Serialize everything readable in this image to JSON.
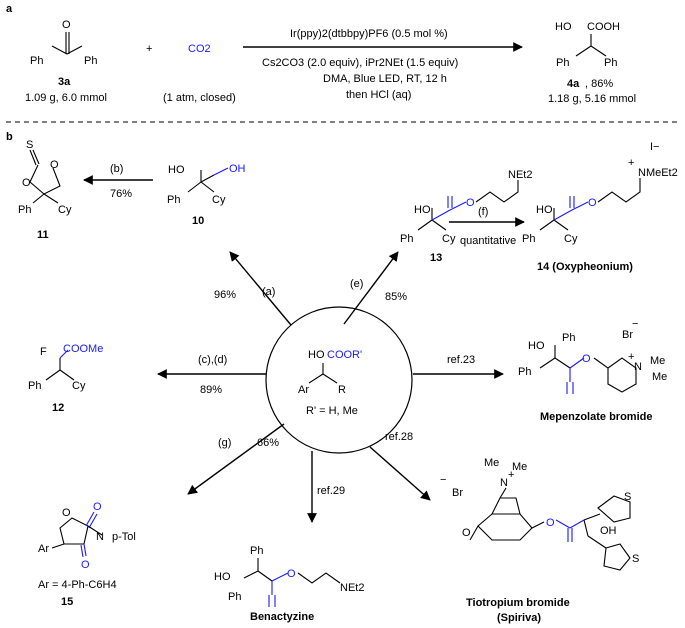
{
  "panel_a": {
    "label": "a",
    "reactant": {
      "num": "3a",
      "left": "Ph",
      "right": "Ph",
      "atom": "O",
      "amount": "1.09 g, 6.0 mmol"
    },
    "plus": "+",
    "co2": {
      "label": "CO2",
      "note": "(1 atm, closed)"
    },
    "conditions": {
      "line1": "Ir(ppy)2(dtbbpy)PF6 (0.5 mol %)",
      "line2": "Cs2CO3 (2.0 equiv), iPr2NEt (1.5 equiv)",
      "line3": "DMA, Blue LED, RT, 12 h",
      "line4": "then HCl (aq)"
    },
    "product": {
      "num": "4a",
      "yield": ", 86%",
      "amount": "1.18 g, 5.16 mmol",
      "ho": "HO",
      "cooh": "COOH",
      "ph1": "Ph",
      "ph2": "Ph"
    }
  },
  "panel_b": {
    "label": "b",
    "center": {
      "ho": "HO",
      "cooR": "COOR'",
      "ar": "Ar",
      "r": "R",
      "sub": "R' = H, Me"
    },
    "routes": [
      {
        "id": "a",
        "reagent": "(a)",
        "yield": "96%"
      },
      {
        "id": "e",
        "reagent": "(e)",
        "yield": "85%"
      },
      {
        "id": "cd",
        "reagent": "(c),(d)",
        "yield": "89%"
      },
      {
        "id": "ref23",
        "reagent": "ref.23",
        "yield": ""
      },
      {
        "id": "g",
        "reagent": "(g)",
        "yield": "66%"
      },
      {
        "id": "ref29",
        "reagent": "ref.29",
        "yield": ""
      },
      {
        "id": "ref28",
        "reagent": "ref.28",
        "yield": ""
      },
      {
        "id": "b",
        "reagent": "(b)",
        "yield": "76%"
      },
      {
        "id": "f",
        "reagent": "(f)",
        "yield": "quantitative"
      }
    ],
    "compounds": {
      "c10": {
        "num": "10",
        "ho": "HO",
        "oh": "OH",
        "ph": "Ph",
        "cy": "Cy"
      },
      "c11": {
        "num": "11",
        "s": "S",
        "o1": "O",
        "o2": "O",
        "ph": "Ph",
        "cy": "Cy"
      },
      "c12": {
        "num": "12",
        "f": "F",
        "coome": "COOMe",
        "ph": "Ph",
        "cy": "Cy"
      },
      "c13": {
        "num": "13",
        "ho": "HO",
        "o": "O",
        "net2": "NEt2",
        "ph": "Ph",
        "cy": "Cy"
      },
      "c14": {
        "num": "14 (Oxypheonium)",
        "ho": "HO",
        "o": "O",
        "nmeet2": "NMeEt2",
        "plus": "+",
        "iodide": "I−",
        "ph": "Ph",
        "cy": "Cy"
      },
      "c15": {
        "num": "15",
        "o_ring": "O",
        "o_top": "O",
        "o_bot": "O",
        "n": "N",
        "ptol": "p-Tol",
        "ar": "Ar",
        "sub": "Ar = 4-Ph-C6H4"
      },
      "mepenzolate": {
        "name": "Mepenzolate bromide",
        "ho": "HO",
        "ph1": "Ph",
        "ph2": "Ph",
        "o": "O",
        "n": "N",
        "me1": "Me",
        "me2": "Me",
        "br": "Br",
        "minus": "−",
        "plus": "+"
      },
      "benactyzine": {
        "name": "Benactyzine",
        "ho": "HO",
        "ph1": "Ph",
        "ph2": "Ph",
        "o": "O",
        "net2": "NEt2"
      },
      "tiotropium": {
        "name1": "Tiotropium bromide",
        "name2": "(Spiriva)",
        "me1": "Me",
        "me2": "Me",
        "n": "N",
        "plus": "+",
        "br": "Br",
        "minus": "−",
        "o1": "O",
        "o2": "O",
        "oh": "OH",
        "s1": "S",
        "s2": "S"
      }
    }
  }
}
